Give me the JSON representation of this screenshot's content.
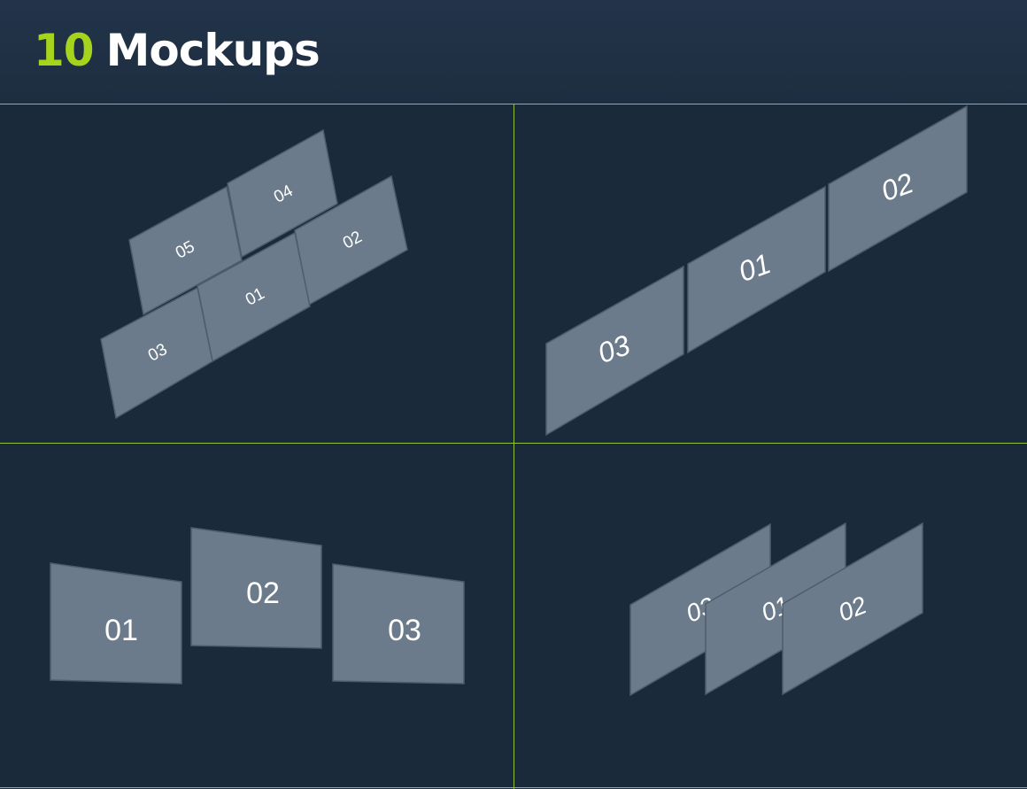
{
  "header": {
    "title_number": "10",
    "title_word": "Mockups"
  },
  "colors": {
    "background": "#1b2a3b",
    "accent": "#a6d41c",
    "divider": "#8fc23c",
    "card": "#6b7b8b",
    "card_edge": "#4f5d6b",
    "label": "#ffffff"
  },
  "panels": [
    {
      "cards": [
        {
          "label": "05"
        },
        {
          "label": "04"
        },
        {
          "label": "02"
        },
        {
          "label": "01"
        },
        {
          "label": "03"
        }
      ]
    },
    {
      "cards": [
        {
          "label": "03"
        },
        {
          "label": "01"
        },
        {
          "label": "02"
        }
      ]
    },
    {
      "cards": [
        {
          "label": "01"
        },
        {
          "label": "02"
        },
        {
          "label": "03"
        }
      ]
    },
    {
      "cards": [
        {
          "label": "03"
        },
        {
          "label": "01"
        },
        {
          "label": "02"
        }
      ]
    }
  ]
}
